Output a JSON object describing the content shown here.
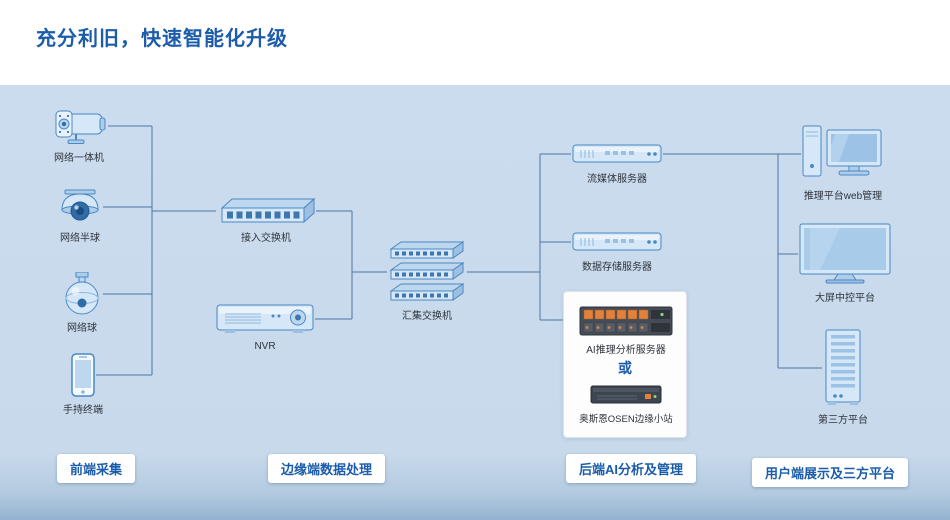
{
  "title": "充分利旧，快速智能化升级",
  "colors": {
    "title_blue": "#1b5cab",
    "canvas_blue": "#c9dbec",
    "wire": "#4b76a4",
    "device_fill": "#d6e8f7",
    "device_stroke": "#4a88c4",
    "accent_orange": "#e2813b"
  },
  "devices": {
    "bullet_camera": {
      "label": "网络一体机"
    },
    "dome_camera": {
      "label": "网络半球"
    },
    "ptz_camera": {
      "label": "网络球"
    },
    "handheld": {
      "label": "手持终端"
    },
    "access_switch": {
      "label": "接入交换机"
    },
    "nvr": {
      "label": "NVR"
    },
    "agg_switch": {
      "label": "汇集交换机"
    },
    "streaming_server": {
      "label": "流媒体服务器"
    },
    "storage_server": {
      "label": "数据存储服务器"
    },
    "ai_server": {
      "label": "AI推理分析服务器"
    },
    "edge_station": {
      "label": "奥斯恩OSEN边缘小站"
    },
    "web_mgmt": {
      "label": "推理平台web管理"
    },
    "big_screen": {
      "label": "大屏中控平台"
    },
    "third_party": {
      "label": "第三方平台"
    }
  },
  "group": {
    "or_label": "或"
  },
  "sections": {
    "front_end": "前端采集",
    "edge": "边缘端数据处理",
    "backend": "后端AI分析及管理",
    "user_end": "用户端展示及三方平台"
  }
}
